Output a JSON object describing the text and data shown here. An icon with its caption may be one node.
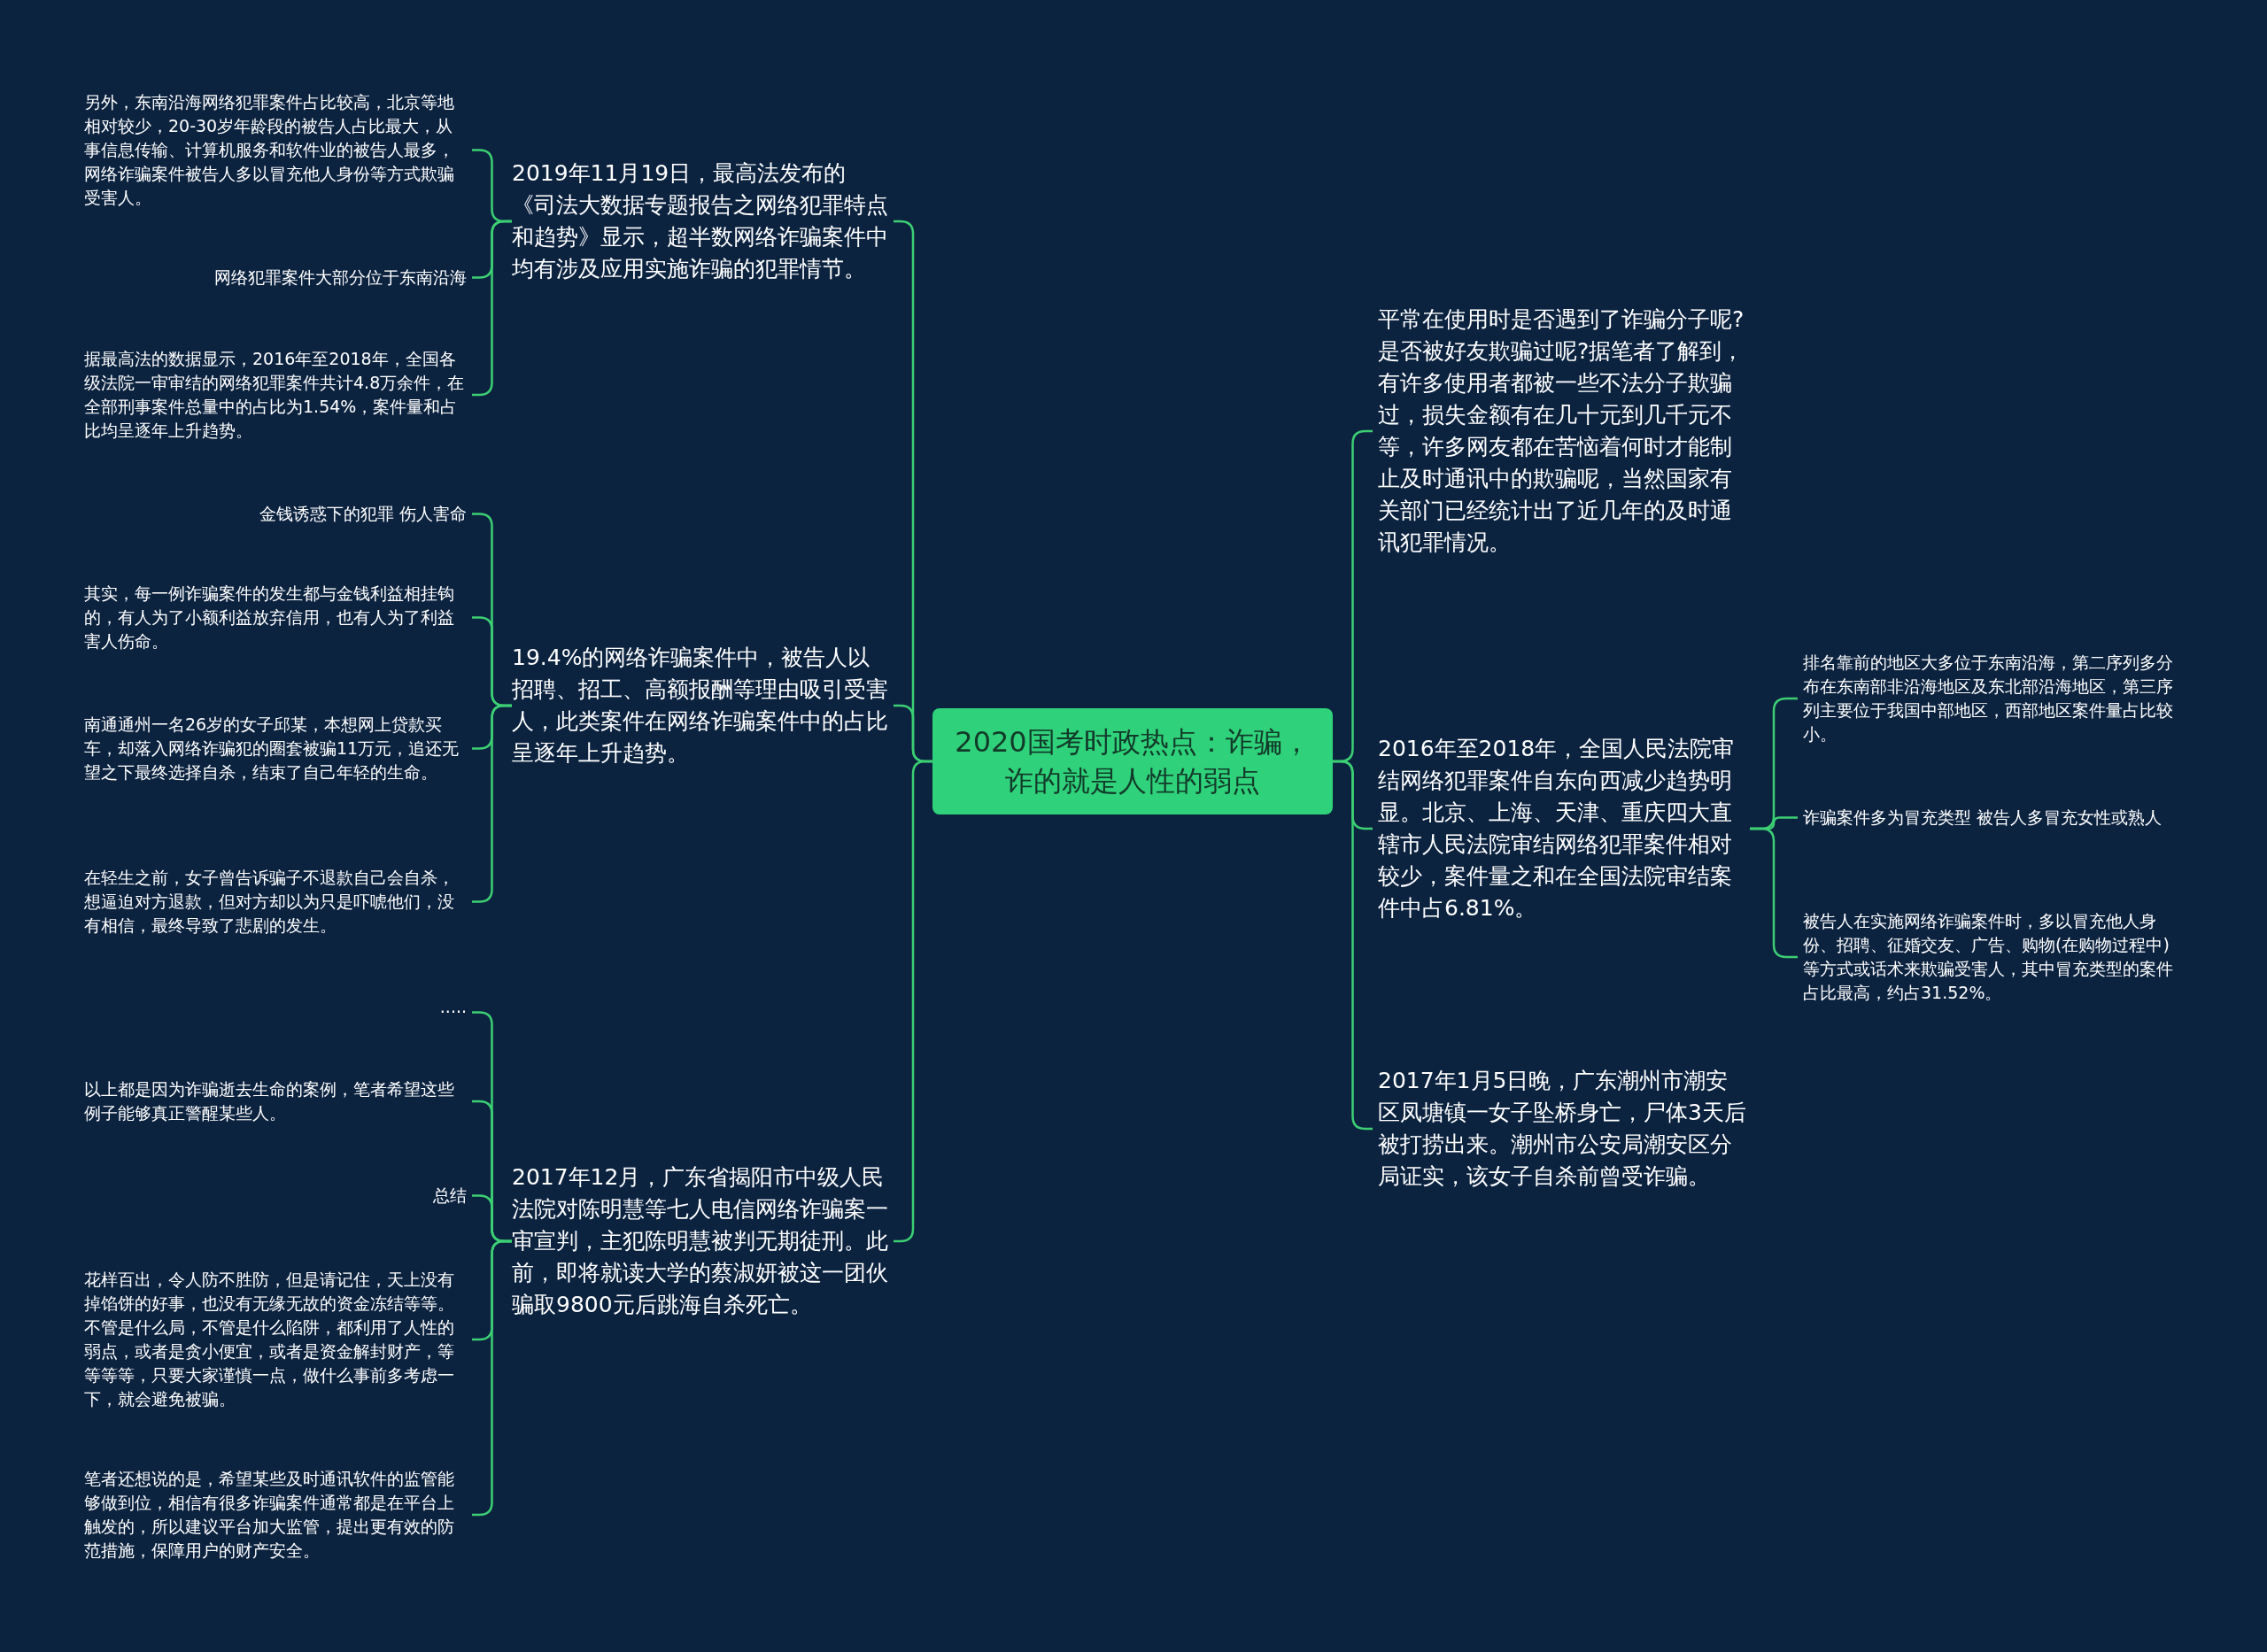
{
  "diagram": {
    "nodes": [
      {
        "text": [
          "2020国考时政热点：诈骗，诈的就是人性的弱点"
        ]
      },
      {
        "text": [
          "2019年11月19日，最高法发布的《司法大数据专题报告之网络犯罪特点和趋势》显示，超半数网络诈骗案件中均有涉及应用实施诈骗的犯罪情节。"
        ]
      },
      {
        "text": [
          "另外，东南沿海网络犯罪案件占比较高，北京等地相对较少，20-30岁年龄段的被告人占比最大，从事信息传输、计算机服务和软件业的被告人最多，网络诈骗案件被告人多以冒充他人身份等方式欺骗受害人。"
        ]
      },
      {
        "text": [
          "网络犯罪案件大部分位于东南沿海"
        ]
      },
      {
        "text": [
          "据最高法的数据显示，2016年至2018年，全国各级法院一审审结的网络犯罪案件共计4.8万余件，在全部刑事案件总量中的占比为1.54%，案件量和占比均呈逐年上升趋势。"
        ]
      },
      {
        "text": [
          "19.4%的网络诈骗案件中，被告人以招聘、招工、高额报酬等理由吸引受害人，此类案件在网络诈骗案件中的占比呈逐年上升趋势。"
        ]
      },
      {
        "text": [
          "金钱诱惑下的犯罪 伤人害命"
        ]
      },
      {
        "text": [
          "其实，每一例诈骗案件的发生都与金钱利益相挂钩的，有人为了小额利益放弃信用，也有人为了利益害人伤命。"
        ]
      },
      {
        "text": [
          "南通通州一名26岁的女子邱某，本想网上贷款买车，却落入网络诈骗犯的圈套被骗11万元，追还无望之下最终选择自杀，结束了自己年轻的生命。"
        ]
      },
      {
        "text": [
          "在轻生之前，女子曾告诉骗子不退款自己会自杀，想逼迫对方退款，但对方却以为只是吓唬他们，没有相信，最终导致了悲剧的发生。"
        ]
      },
      {
        "text": [
          "2017年12月，广东省揭阳市中级人民法院对陈明慧等七人电信网络诈骗案一审宣判，主犯陈明慧被判无期徒刑。此前，即将就读大学的蔡淑妍被这一团伙骗取9800元后跳海自杀死亡。"
        ]
      },
      {
        "text": [
          "·····"
        ]
      },
      {
        "text": [
          "以上都是因为诈骗逝去生命的案例，笔者希望这些例子能够真正警醒某些人。"
        ]
      },
      {
        "text": [
          "总结"
        ]
      },
      {
        "text": [
          "花样百出，令人防不胜防，但是请记住，天上没有掉馅饼的好事，也没有无缘无故的资金冻结等等。不管是什么局，不管是什么陷阱，都利用了人性的弱点，或者是贪小便宜，或者是资金解封财产，等等等等，只要大家谨慎一点，做什么事前多考虑一下，就会避免被骗。"
        ]
      },
      {
        "text": [
          "笔者还想说的是，希望某些及时通讯软件的监管能够做到位，相信有很多诈骗案件通常都是在平台上触发的，所以建议平台加大监管，提出更有效的防范措施，保障用户的财产安全。"
        ]
      },
      {
        "text": [
          "平常在使用时是否遇到了诈骗分子呢?是否被好友欺骗过呢?据笔者了解到，有许多使用者都被一些不法分子欺骗过，损失金额有在几十元到几千元不等，许多网友都在苦恼着何时才能制止及时通讯中的欺骗呢，当然国家有关部门已经统计出了近几年的及时通讯犯罪情况。"
        ]
      },
      {
        "text": [
          "2016年至2018年，全国人民法院审结网络犯罪案件自东向西减少趋势明显。北京、上海、天津、重庆四大直辖市人民法院审结网络犯罪案件相对较少，案件量之和在全国法院审结案件中占6.81%。"
        ]
      },
      {
        "text": [
          "排名靠前的地区大多位于东南沿海，第二序列多分布在东南部非沿海地区及东北部沿海地区，第三序列主要位于我国中部地区，西部地区案件量占比较小。"
        ]
      },
      {
        "text": [
          "诈骗案件多为冒充类型 被告人多冒充女性或熟人"
        ]
      },
      {
        "text": [
          "被告人在实施网络诈骗案件时，多以冒充他人身份、招聘、征婚交友、广告、购物(在购物过程中)等方式或话术来欺骗受害人，其中冒充类型的案件占比最高，约占31.52%。"
        ]
      },
      {
        "text": [
          "2017年1月5日晚，广东潮州市潮安区凤塘镇一女子坠桥身亡，尸体3天后被打捞出来。潮州市公安局潮安区分局证实，该女子自杀前曾受诈骗。"
        ]
      }
    ],
    "edges": [
      {
        "from": 0,
        "to": 1,
        "arrow": "none"
      },
      {
        "from": 1,
        "to": 2,
        "arrow": "none"
      },
      {
        "from": 1,
        "to": 3,
        "arrow": "none"
      },
      {
        "from": 1,
        "to": 4,
        "arrow": "none"
      },
      {
        "from": 0,
        "to": 5,
        "arrow": "none"
      },
      {
        "from": 5,
        "to": 6,
        "arrow": "none"
      },
      {
        "from": 5,
        "to": 7,
        "arrow": "none"
      },
      {
        "from": 5,
        "to": 8,
        "arrow": "none"
      },
      {
        "from": 5,
        "to": 9,
        "arrow": "none"
      },
      {
        "from": 0,
        "to": 10,
        "arrow": "none"
      },
      {
        "from": 10,
        "to": 11,
        "arrow": "none"
      },
      {
        "from": 10,
        "to": 12,
        "arrow": "none"
      },
      {
        "from": 10,
        "to": 13,
        "arrow": "none"
      },
      {
        "from": 10,
        "to": 14,
        "arrow": "none"
      },
      {
        "from": 10,
        "to": 15,
        "arrow": "none"
      },
      {
        "from": 0,
        "to": 16,
        "arrow": "none"
      },
      {
        "from": 0,
        "to": 17,
        "arrow": "none"
      },
      {
        "from": 17,
        "to": 18,
        "arrow": "none"
      },
      {
        "from": 17,
        "to": 19,
        "arrow": "none"
      },
      {
        "from": 17,
        "to": 20,
        "arrow": "none"
      },
      {
        "from": 0,
        "to": 21,
        "arrow": "none"
      }
    ]
  }
}
